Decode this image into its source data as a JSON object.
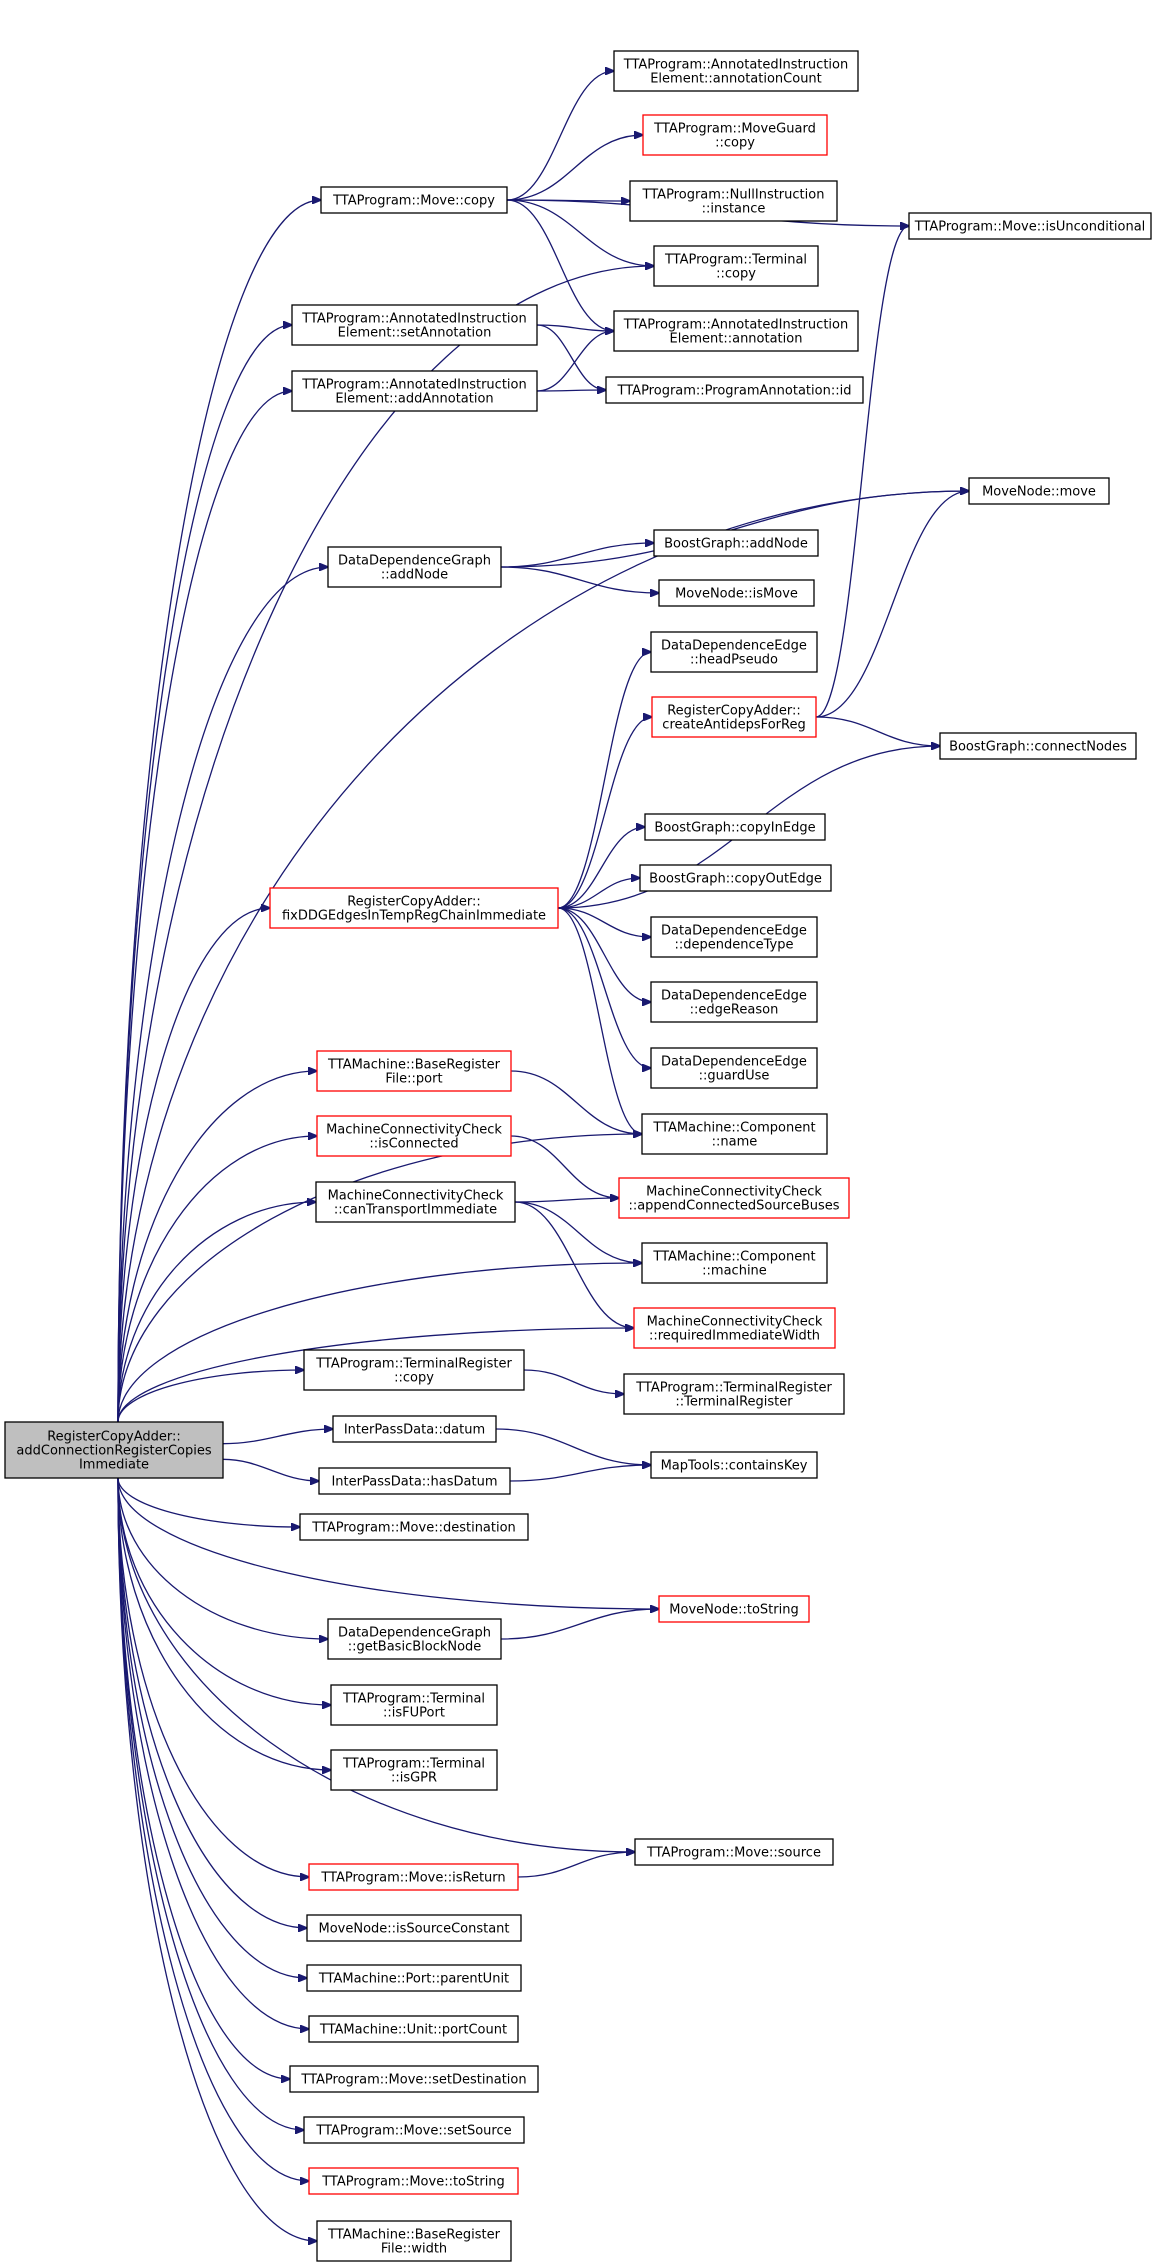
{
  "colors": {
    "edge": "#191970",
    "root_fill": "#bfbfbf",
    "linked_border": "#ff0000",
    "plain_border": "#000000"
  },
  "nodes": {
    "root": {
      "lines": [
        "RegisterCopyAdder::",
        "addConnectionRegisterCopies",
        "Immediate"
      ],
      "style": "root"
    },
    "move_copy": {
      "lines": [
        "TTAProgram::Move::copy"
      ],
      "style": "plain"
    },
    "ann_count": {
      "lines": [
        "TTAProgram::AnnotatedInstruction",
        "Element::annotationCount"
      ],
      "style": "plain"
    },
    "moveguard_copy": {
      "lines": [
        "TTAProgram::MoveGuard",
        "::copy"
      ],
      "style": "red"
    },
    "null_instance": {
      "lines": [
        "TTAProgram::NullInstruction",
        "::instance"
      ],
      "style": "plain"
    },
    "is_unconditional": {
      "lines": [
        "TTAProgram::Move::isUnconditional"
      ],
      "style": "plain"
    },
    "terminal_copy": {
      "lines": [
        "TTAProgram::Terminal",
        "::copy"
      ],
      "style": "plain"
    },
    "set_annotation": {
      "lines": [
        "TTAProgram::AnnotatedInstruction",
        "Element::setAnnotation"
      ],
      "style": "plain"
    },
    "annotation": {
      "lines": [
        "TTAProgram::AnnotatedInstruction",
        "Element::annotation"
      ],
      "style": "plain"
    },
    "add_annotation": {
      "lines": [
        "TTAProgram::AnnotatedInstruction",
        "Element::addAnnotation"
      ],
      "style": "plain"
    },
    "prog_ann_id": {
      "lines": [
        "TTAProgram::ProgramAnnotation::id"
      ],
      "style": "plain"
    },
    "movenode_move": {
      "lines": [
        "MoveNode::move"
      ],
      "style": "plain"
    },
    "ddg_addnode": {
      "lines": [
        "DataDependenceGraph",
        "::addNode"
      ],
      "style": "plain"
    },
    "bg_addnode": {
      "lines": [
        "BoostGraph::addNode"
      ],
      "style": "plain"
    },
    "mn_ismove": {
      "lines": [
        "MoveNode::isMove"
      ],
      "style": "plain"
    },
    "dde_headpseudo": {
      "lines": [
        "DataDependenceEdge",
        "::headPseudo"
      ],
      "style": "plain"
    },
    "rca_antideps": {
      "lines": [
        "RegisterCopyAdder::",
        "createAntidepsForReg"
      ],
      "style": "red"
    },
    "bg_connectnodes": {
      "lines": [
        "BoostGraph::connectNodes"
      ],
      "style": "plain"
    },
    "bg_copyinedge": {
      "lines": [
        "BoostGraph::copyInEdge"
      ],
      "style": "plain"
    },
    "bg_copyoutedge": {
      "lines": [
        "BoostGraph::copyOutEdge"
      ],
      "style": "plain"
    },
    "rca_fixddg": {
      "lines": [
        "RegisterCopyAdder::",
        "fixDDGEdgesInTempRegChainImmediate"
      ],
      "style": "red"
    },
    "dde_deptype": {
      "lines": [
        "DataDependenceEdge",
        "::dependenceType"
      ],
      "style": "plain"
    },
    "dde_edgereason": {
      "lines": [
        "DataDependenceEdge",
        "::edgeReason"
      ],
      "style": "plain"
    },
    "dde_guarduse": {
      "lines": [
        "DataDependenceEdge",
        "::guardUse"
      ],
      "style": "plain"
    },
    "brf_port": {
      "lines": [
        "TTAMachine::BaseRegister",
        "File::port"
      ],
      "style": "red"
    },
    "comp_name": {
      "lines": [
        "TTAMachine::Component",
        "::name"
      ],
      "style": "plain"
    },
    "mcc_isconnected": {
      "lines": [
        "MachineConnectivityCheck",
        "::isConnected"
      ],
      "style": "red"
    },
    "mcc_appendbuses": {
      "lines": [
        "MachineConnectivityCheck",
        "::appendConnectedSourceBuses"
      ],
      "style": "red"
    },
    "mcc_cantransport": {
      "lines": [
        "MachineConnectivityCheck",
        "::canTransportImmediate"
      ],
      "style": "plain"
    },
    "comp_machine": {
      "lines": [
        "TTAMachine::Component",
        "::machine"
      ],
      "style": "plain"
    },
    "mcc_reqwidth": {
      "lines": [
        "MachineConnectivityCheck",
        "::requiredImmediateWidth"
      ],
      "style": "red"
    },
    "termreg_copy": {
      "lines": [
        "TTAProgram::TerminalRegister",
        "::copy"
      ],
      "style": "plain"
    },
    "termreg_ctor": {
      "lines": [
        "TTAProgram::TerminalRegister",
        "::TerminalRegister"
      ],
      "style": "plain"
    },
    "ipd_datum": {
      "lines": [
        "InterPassData::datum"
      ],
      "style": "plain"
    },
    "maptools_containskey": {
      "lines": [
        "MapTools::containsKey"
      ],
      "style": "plain"
    },
    "ipd_hasdatum": {
      "lines": [
        "InterPassData::hasDatum"
      ],
      "style": "plain"
    },
    "move_destination": {
      "lines": [
        "TTAProgram::Move::destination"
      ],
      "style": "plain"
    },
    "mn_tostring": {
      "lines": [
        "MoveNode::toString"
      ],
      "style": "red"
    },
    "ddg_getbb": {
      "lines": [
        "DataDependenceGraph",
        "::getBasicBlockNode"
      ],
      "style": "plain"
    },
    "term_isfuport": {
      "lines": [
        "TTAProgram::Terminal",
        "::isFUPort"
      ],
      "style": "plain"
    },
    "term_isgpr": {
      "lines": [
        "TTAProgram::Terminal",
        "::isGPR"
      ],
      "style": "plain"
    },
    "move_source": {
      "lines": [
        "TTAProgram::Move::source"
      ],
      "style": "plain"
    },
    "move_isreturn": {
      "lines": [
        "TTAProgram::Move::isReturn"
      ],
      "style": "red"
    },
    "mn_issourceconst": {
      "lines": [
        "MoveNode::isSourceConstant"
      ],
      "style": "plain"
    },
    "port_parentunit": {
      "lines": [
        "TTAMachine::Port::parentUnit"
      ],
      "style": "plain"
    },
    "unit_portcount": {
      "lines": [
        "TTAMachine::Unit::portCount"
      ],
      "style": "plain"
    },
    "move_setdest": {
      "lines": [
        "TTAProgram::Move::setDestination"
      ],
      "style": "plain"
    },
    "move_setsource": {
      "lines": [
        "TTAProgram::Move::setSource"
      ],
      "style": "plain"
    },
    "move_tostring": {
      "lines": [
        "TTAProgram::Move::toString"
      ],
      "style": "red"
    },
    "brf_width": {
      "lines": [
        "TTAMachine::BaseRegister",
        "File::width"
      ],
      "style": "plain"
    }
  },
  "edges": [
    [
      "root",
      "move_copy"
    ],
    [
      "root",
      "terminal_copy"
    ],
    [
      "root",
      "set_annotation"
    ],
    [
      "root",
      "add_annotation"
    ],
    [
      "root",
      "movenode_move"
    ],
    [
      "root",
      "ddg_addnode"
    ],
    [
      "root",
      "rca_fixddg"
    ],
    [
      "root",
      "comp_name"
    ],
    [
      "root",
      "brf_port"
    ],
    [
      "root",
      "mcc_isconnected"
    ],
    [
      "root",
      "mcc_cantransport"
    ],
    [
      "root",
      "comp_machine"
    ],
    [
      "root",
      "mcc_reqwidth"
    ],
    [
      "root",
      "termreg_copy"
    ],
    [
      "root",
      "ipd_datum"
    ],
    [
      "root",
      "ipd_hasdatum"
    ],
    [
      "root",
      "move_destination"
    ],
    [
      "root",
      "mn_tostring"
    ],
    [
      "root",
      "ddg_getbb"
    ],
    [
      "root",
      "term_isfuport"
    ],
    [
      "root",
      "term_isgpr"
    ],
    [
      "root",
      "move_source"
    ],
    [
      "root",
      "move_isreturn"
    ],
    [
      "root",
      "mn_issourceconst"
    ],
    [
      "root",
      "port_parentunit"
    ],
    [
      "root",
      "unit_portcount"
    ],
    [
      "root",
      "move_setdest"
    ],
    [
      "root",
      "move_setsource"
    ],
    [
      "root",
      "move_tostring"
    ],
    [
      "root",
      "brf_width"
    ],
    [
      "move_copy",
      "ann_count"
    ],
    [
      "move_copy",
      "moveguard_copy"
    ],
    [
      "move_copy",
      "null_instance"
    ],
    [
      "move_copy",
      "is_unconditional"
    ],
    [
      "move_copy",
      "terminal_copy"
    ],
    [
      "move_copy",
      "annotation"
    ],
    [
      "set_annotation",
      "annotation"
    ],
    [
      "set_annotation",
      "prog_ann_id"
    ],
    [
      "add_annotation",
      "annotation"
    ],
    [
      "add_annotation",
      "prog_ann_id"
    ],
    [
      "ddg_addnode",
      "movenode_move"
    ],
    [
      "ddg_addnode",
      "bg_addnode"
    ],
    [
      "ddg_addnode",
      "mn_ismove"
    ],
    [
      "rca_fixddg",
      "dde_headpseudo"
    ],
    [
      "rca_fixddg",
      "rca_antideps"
    ],
    [
      "rca_fixddg",
      "bg_connectnodes"
    ],
    [
      "rca_fixddg",
      "bg_copyinedge"
    ],
    [
      "rca_fixddg",
      "bg_copyoutedge"
    ],
    [
      "rca_fixddg",
      "dde_deptype"
    ],
    [
      "rca_fixddg",
      "dde_edgereason"
    ],
    [
      "rca_fixddg",
      "dde_guarduse"
    ],
    [
      "rca_fixddg",
      "comp_name"
    ],
    [
      "rca_antideps",
      "is_unconditional"
    ],
    [
      "rca_antideps",
      "movenode_move"
    ],
    [
      "rca_antideps",
      "bg_connectnodes"
    ],
    [
      "brf_port",
      "comp_name"
    ],
    [
      "mcc_isconnected",
      "mcc_appendbuses"
    ],
    [
      "mcc_cantransport",
      "mcc_appendbuses"
    ],
    [
      "mcc_cantransport",
      "comp_machine"
    ],
    [
      "mcc_cantransport",
      "mcc_reqwidth"
    ],
    [
      "termreg_copy",
      "termreg_ctor"
    ],
    [
      "ipd_datum",
      "maptools_containskey"
    ],
    [
      "ipd_hasdatum",
      "maptools_containskey"
    ],
    [
      "ddg_getbb",
      "mn_tostring"
    ],
    [
      "move_isreturn",
      "move_source"
    ]
  ]
}
